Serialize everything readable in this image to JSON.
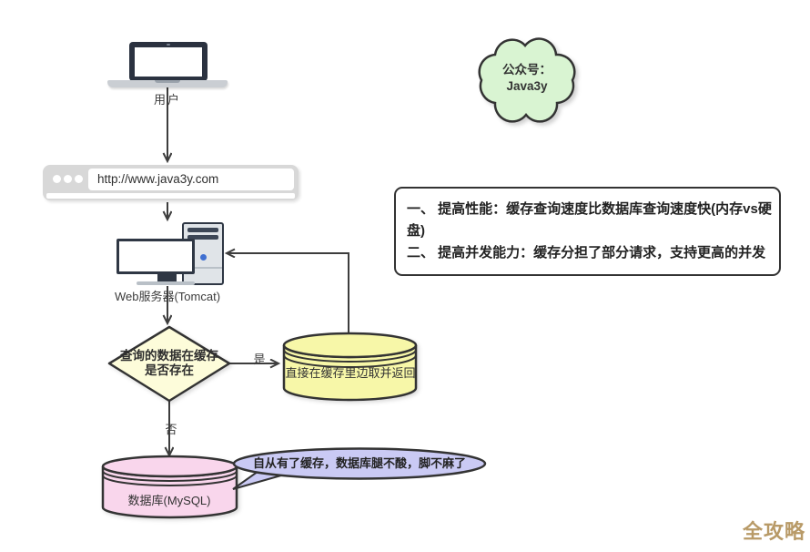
{
  "user": {
    "label": "用户"
  },
  "cloud": {
    "line1": "公众号：",
    "line2": "Java3y"
  },
  "browser": {
    "url": "http://www.java3y.com"
  },
  "server": {
    "label": "Web服务器(Tomcat)"
  },
  "benefits": {
    "lines": [
      "一、 提高性能：缓存查询速度比数据库查询速度快(内存vs硬",
      "盘)",
      "二、 提高并发能力：缓存分担了部分请求，支持更高的并发"
    ]
  },
  "decision": {
    "line1": "查询的数据在缓存",
    "line2": "是否存在",
    "yes": "是",
    "no": "否"
  },
  "cache": {
    "label": "直接在缓存里边取并返回"
  },
  "database": {
    "label": "数据库(MySQL)"
  },
  "bubble": {
    "text": "自从有了缓存，数据库腿不酸，脚不麻了"
  },
  "watermark": "全攻略",
  "colors": {
    "cloud_fill": "#d9f4d2",
    "cache_fill": "#f7f7a8",
    "decision_fill": "#fdfcda",
    "database_fill": "#f9d6ec",
    "bubble_fill": "#cacaf4",
    "line": "#3d3d3d",
    "watermark_gold": "#b89a67"
  }
}
